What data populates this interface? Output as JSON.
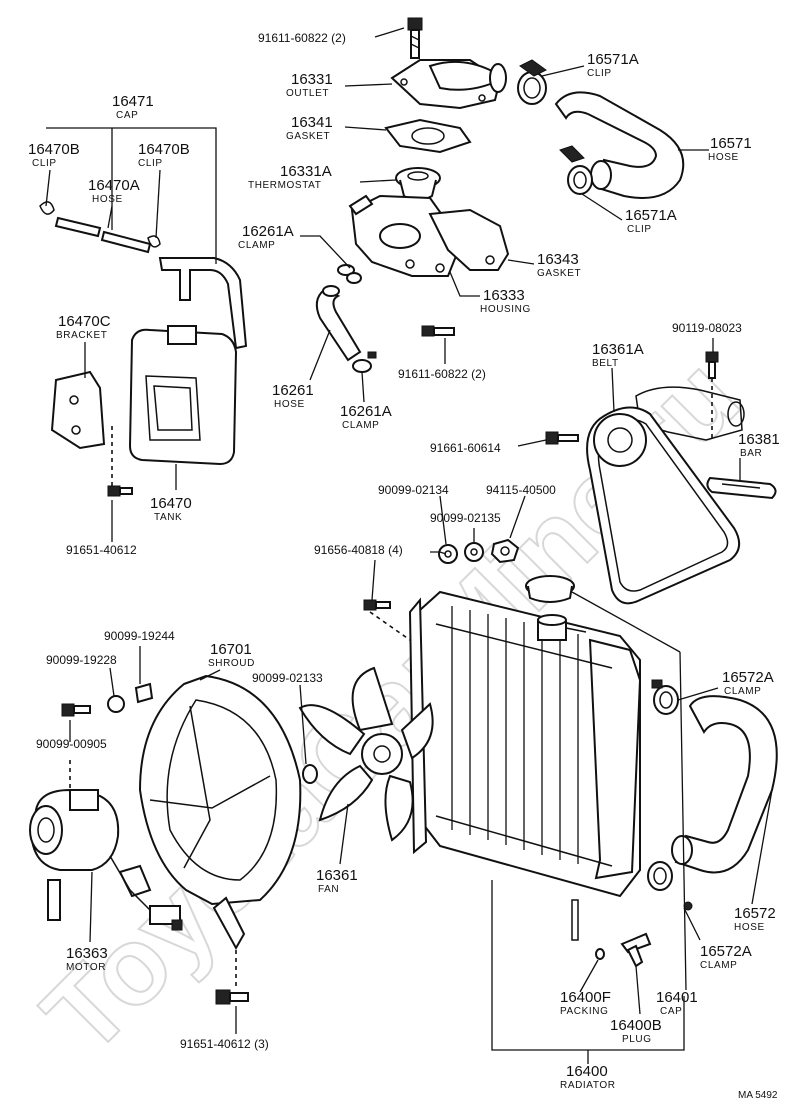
{
  "watermark": "ToyotaCarMine.ru",
  "sheet_code": "MA 5492",
  "labels": {
    "l_91611_top": "91611-60822 (2)",
    "l_16331": "16331",
    "l_16331_name": "OUTLET",
    "l_16341": "16341",
    "l_16341_name": "GASKET",
    "l_16331A": "16331A",
    "l_16331A_name": "THERMOSTAT",
    "l_16261A_top": "16261A",
    "l_16261A_top_name": "CLAMP",
    "l_16571A_top": "16571A",
    "l_16571A_top_name": "CLIP",
    "l_16571": "16571",
    "l_16571_name": "HOSE",
    "l_16571A_bot": "16571A",
    "l_16571A_bot_name": "CLIP",
    "l_16343": "16343",
    "l_16343_name": "GASKET",
    "l_16333": "16333",
    "l_16333_name": "HOUSING",
    "l_91611_mid": "91611-60822 (2)",
    "l_16261": "16261",
    "l_16261_name": "HOSE",
    "l_16261A_bot": "16261A",
    "l_16261A_bot_name": "CLAMP",
    "l_16471": "16471",
    "l_16471_name": "CAP",
    "l_16470B_left": "16470B",
    "l_16470B_left_name": "CLIP",
    "l_16470B_right": "16470B",
    "l_16470B_right_name": "CLIP",
    "l_16470A": "16470A",
    "l_16470A_name": "HOSE",
    "l_16470C": "16470C",
    "l_16470C_name": "BRACKET",
    "l_16470": "16470",
    "l_16470_name": "TANK",
    "l_91651_40612": "91651-40612",
    "l_90119": "90119-08023",
    "l_16361A": "16361A",
    "l_16361A_name": "BELT",
    "l_91661": "91661-60614",
    "l_16381": "16381",
    "l_16381_name": "BAR",
    "l_90099_02134": "90099-02134",
    "l_94115": "94115-40500",
    "l_90099_02135": "90099-02135",
    "l_91656": "91656-40818 (4)",
    "l_90099_19244": "90099-19244",
    "l_90099_19228": "90099-19228",
    "l_16701": "16701",
    "l_16701_name": "SHROUD",
    "l_90099_02133": "90099-02133",
    "l_90099_00905": "90099-00905",
    "l_16572A_top": "16572A",
    "l_16572A_top_name": "CLAMP",
    "l_16361": "16361",
    "l_16361_name": "FAN",
    "l_16572": "16572",
    "l_16572_name": "HOSE",
    "l_16363": "16363",
    "l_16363_name": "MOTOR",
    "l_16572A_bot": "16572A",
    "l_16572A_bot_name": "CLAMP",
    "l_16400F": "16400F",
    "l_16400F_name": "PACKING",
    "l_16401": "16401",
    "l_16401_name": "CAP",
    "l_16400B": "16400B",
    "l_16400B_name": "PLUG",
    "l_91651_bot": "91651-40612 (3)",
    "l_16400": "16400",
    "l_16400_name": "RADIATOR"
  }
}
